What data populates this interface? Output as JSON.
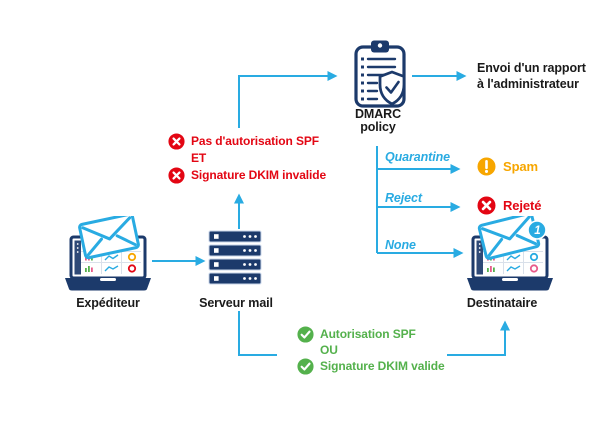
{
  "colors": {
    "accent_cyan": "#29ABE2",
    "navy": "#1C3A6B",
    "error_red": "#E30613",
    "success_green": "#54B14C",
    "warning_orange": "#F7A600",
    "text": "#1A1A1A"
  },
  "nodes": {
    "sender": {
      "label": "Expéditeur"
    },
    "server": {
      "label": "Serveur mail"
    },
    "dmarc": {
      "line1": "DMARC",
      "line2": "policy"
    },
    "recipient": {
      "label": "Destinataire",
      "badge": "1"
    },
    "report": {
      "line1": "Envoi d'un rapport",
      "line2": "à l'administrateur"
    }
  },
  "fail_block": {
    "line1": "Pas d'autorisation SPF",
    "line2": "ET",
    "line3": "Signature DKIM invalide"
  },
  "pass_block": {
    "line1": "Autorisation SPF",
    "line2": "OU",
    "line3": "Signature DKIM valide"
  },
  "branches": {
    "quarantine": {
      "label": "Quarantine",
      "result": "Spam"
    },
    "reject": {
      "label": "Reject",
      "result": "Rejeté"
    },
    "none": {
      "label": "None"
    }
  }
}
